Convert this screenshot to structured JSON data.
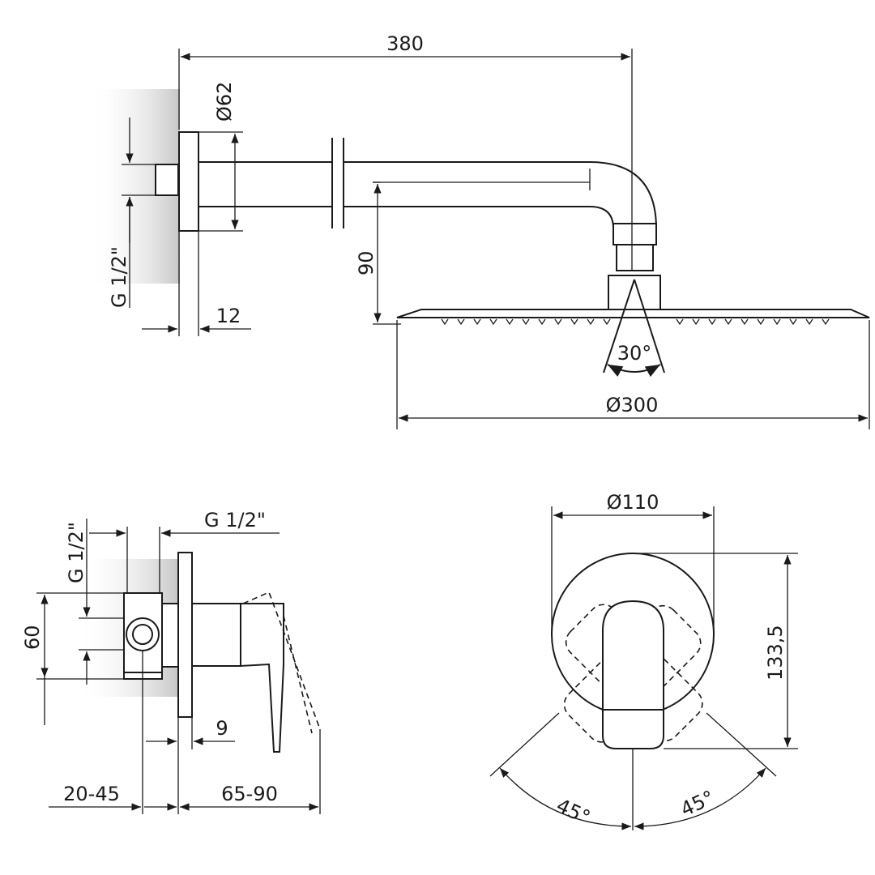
{
  "labels": {
    "arm_length": "380",
    "flange_diameter": "Ø62",
    "inlet_thread_top": "G 1/2\"",
    "flange_thickness": "12",
    "arm_drop": "90",
    "spray_angle": "30°",
    "head_diameter": "Ø300",
    "valve_thread_side": "G 1/2\"",
    "valve_thread_top": "G 1/2\"",
    "valve_height": "60",
    "plate_thickness": "9",
    "install_depth": "20-45",
    "handle_projection": "65-90",
    "plate_diameter": "Ø110",
    "plate_height": "133,5",
    "rotation_left": "45°",
    "rotation_right": "45°"
  },
  "colors": {
    "line": "#1a1a1a",
    "shadow": "#c8c8c8",
    "background": "#ffffff"
  }
}
